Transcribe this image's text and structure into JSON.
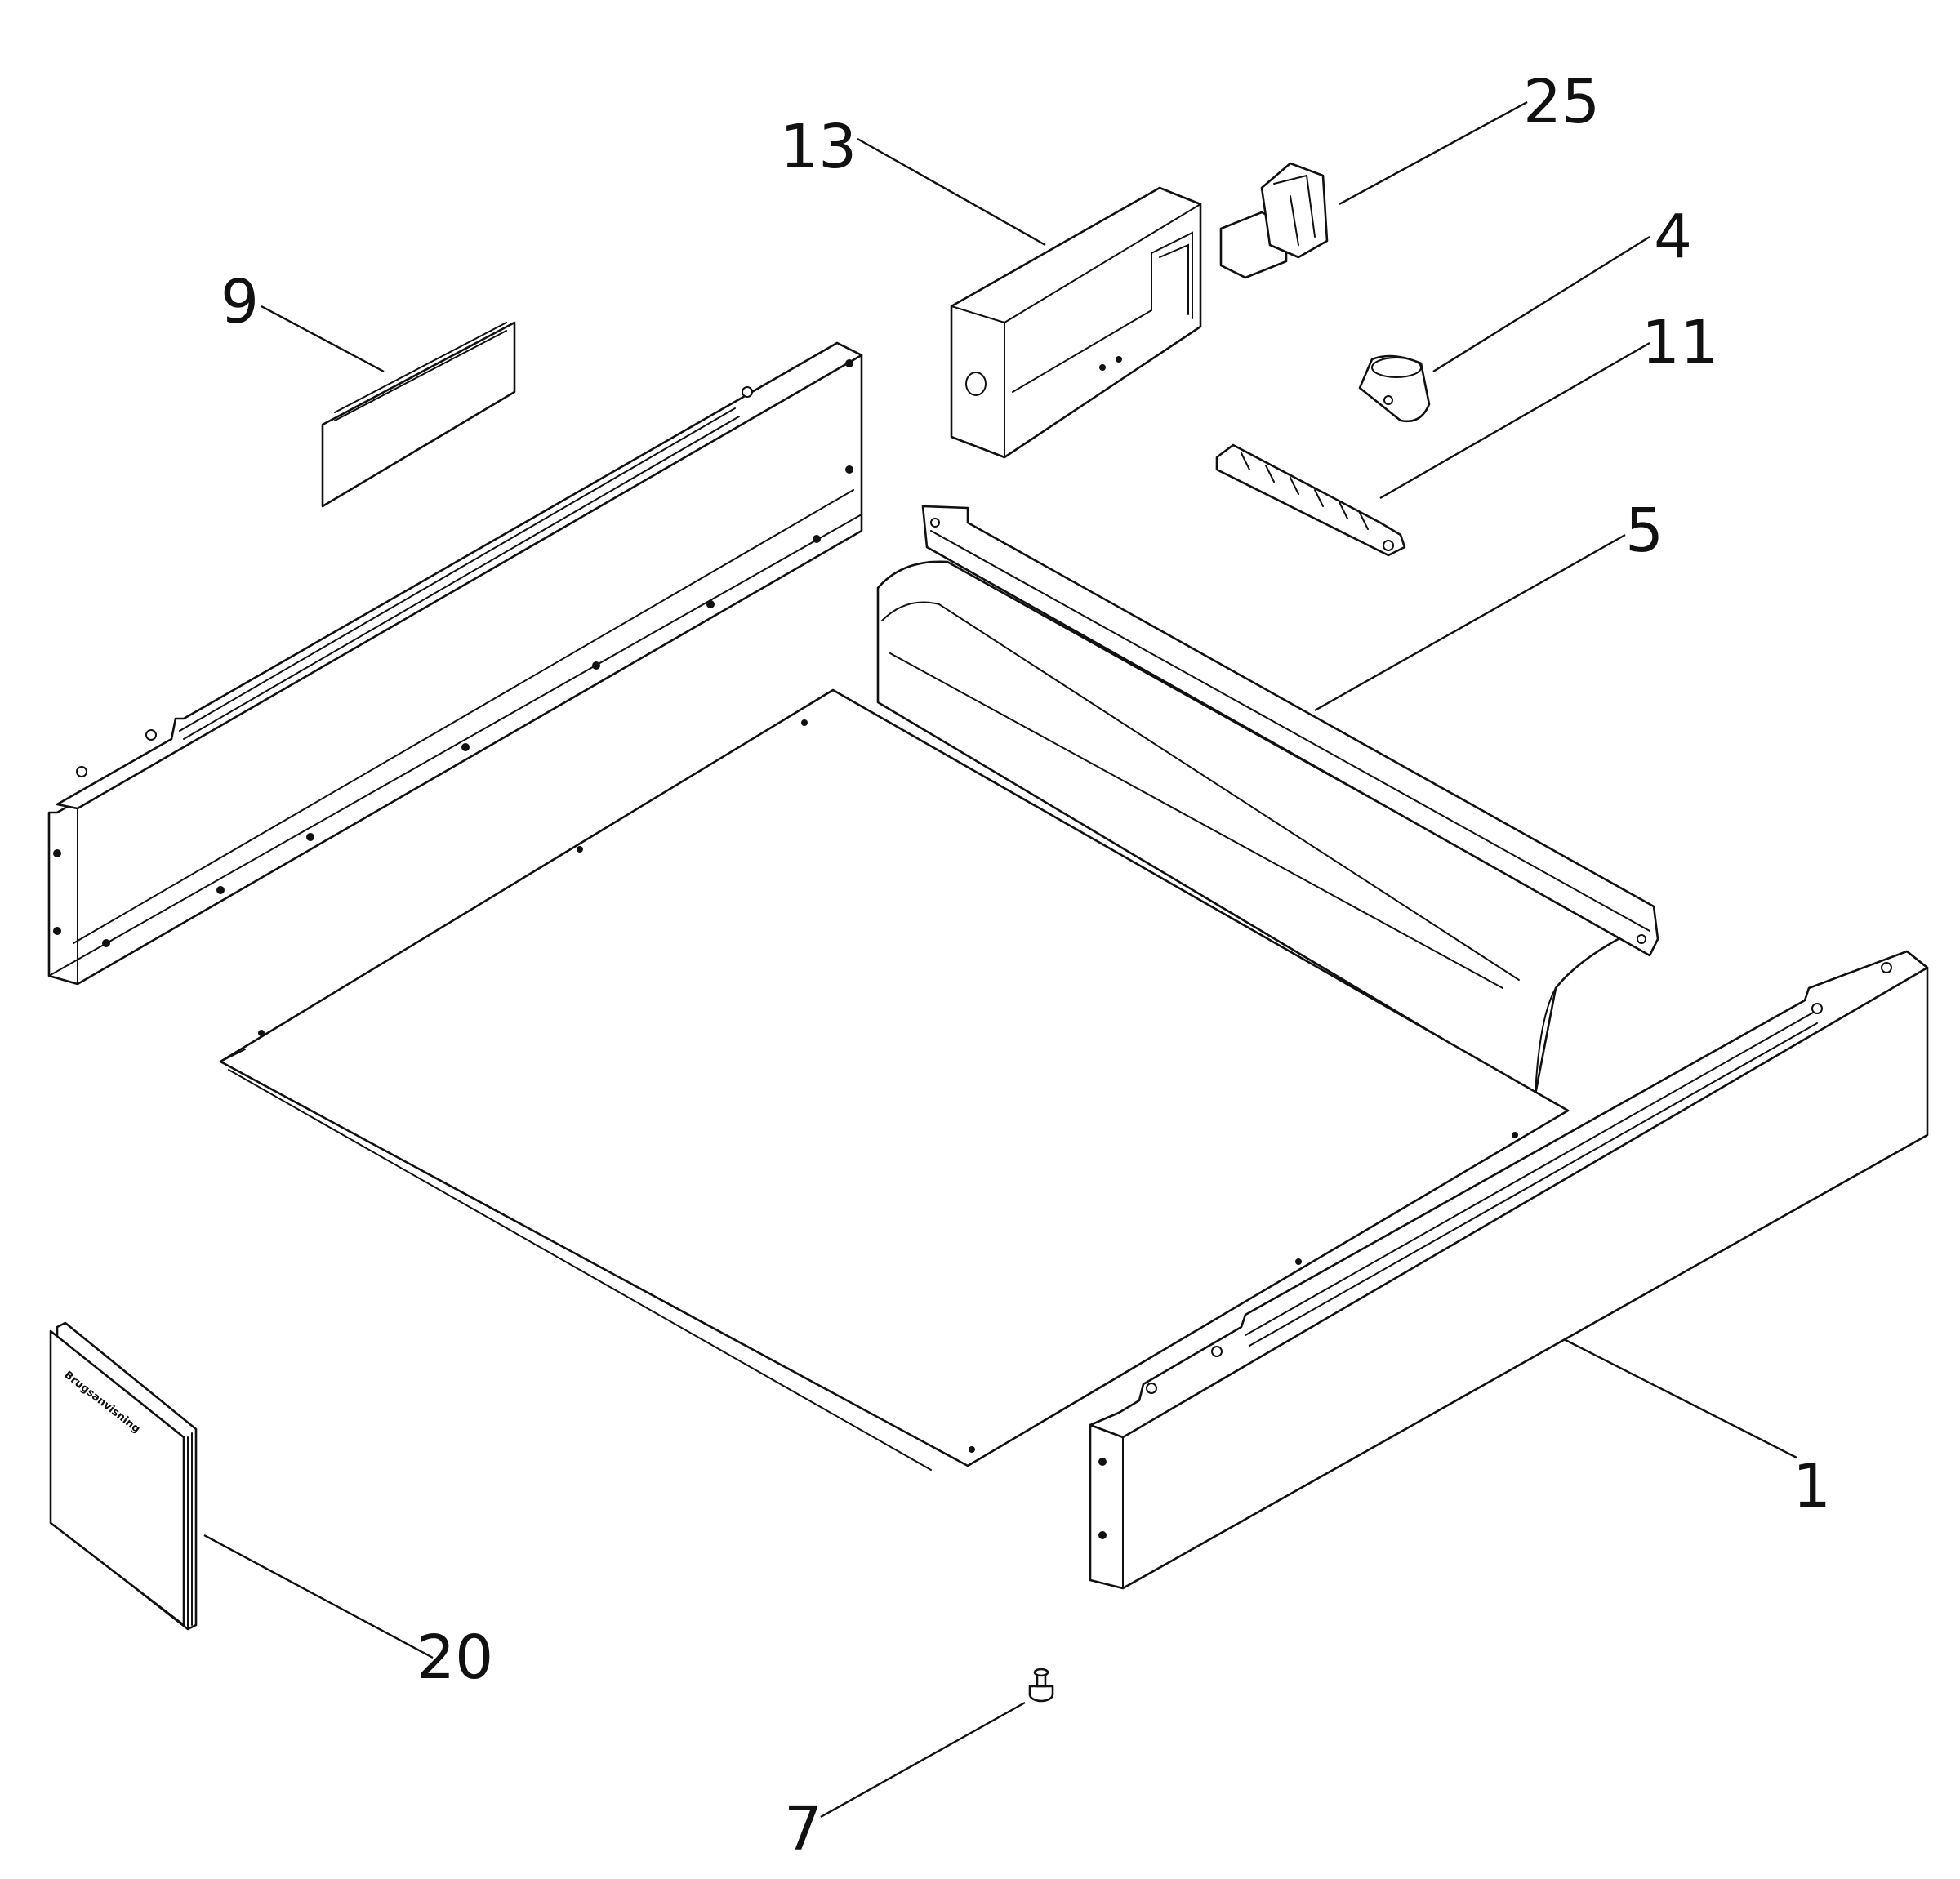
{
  "diagram": {
    "type": "exploded parts diagram",
    "callouts": [
      {
        "id": "c1",
        "label": "1"
      },
      {
        "id": "c4",
        "label": "4"
      },
      {
        "id": "c5",
        "label": "5"
      },
      {
        "id": "c7",
        "label": "7"
      },
      {
        "id": "c9",
        "label": "9"
      },
      {
        "id": "c11",
        "label": "11"
      },
      {
        "id": "c13",
        "label": "13"
      },
      {
        "id": "c20",
        "label": "20"
      },
      {
        "id": "c25",
        "label": "25"
      }
    ],
    "manual_cover_text": "Brugsanvisning"
  }
}
